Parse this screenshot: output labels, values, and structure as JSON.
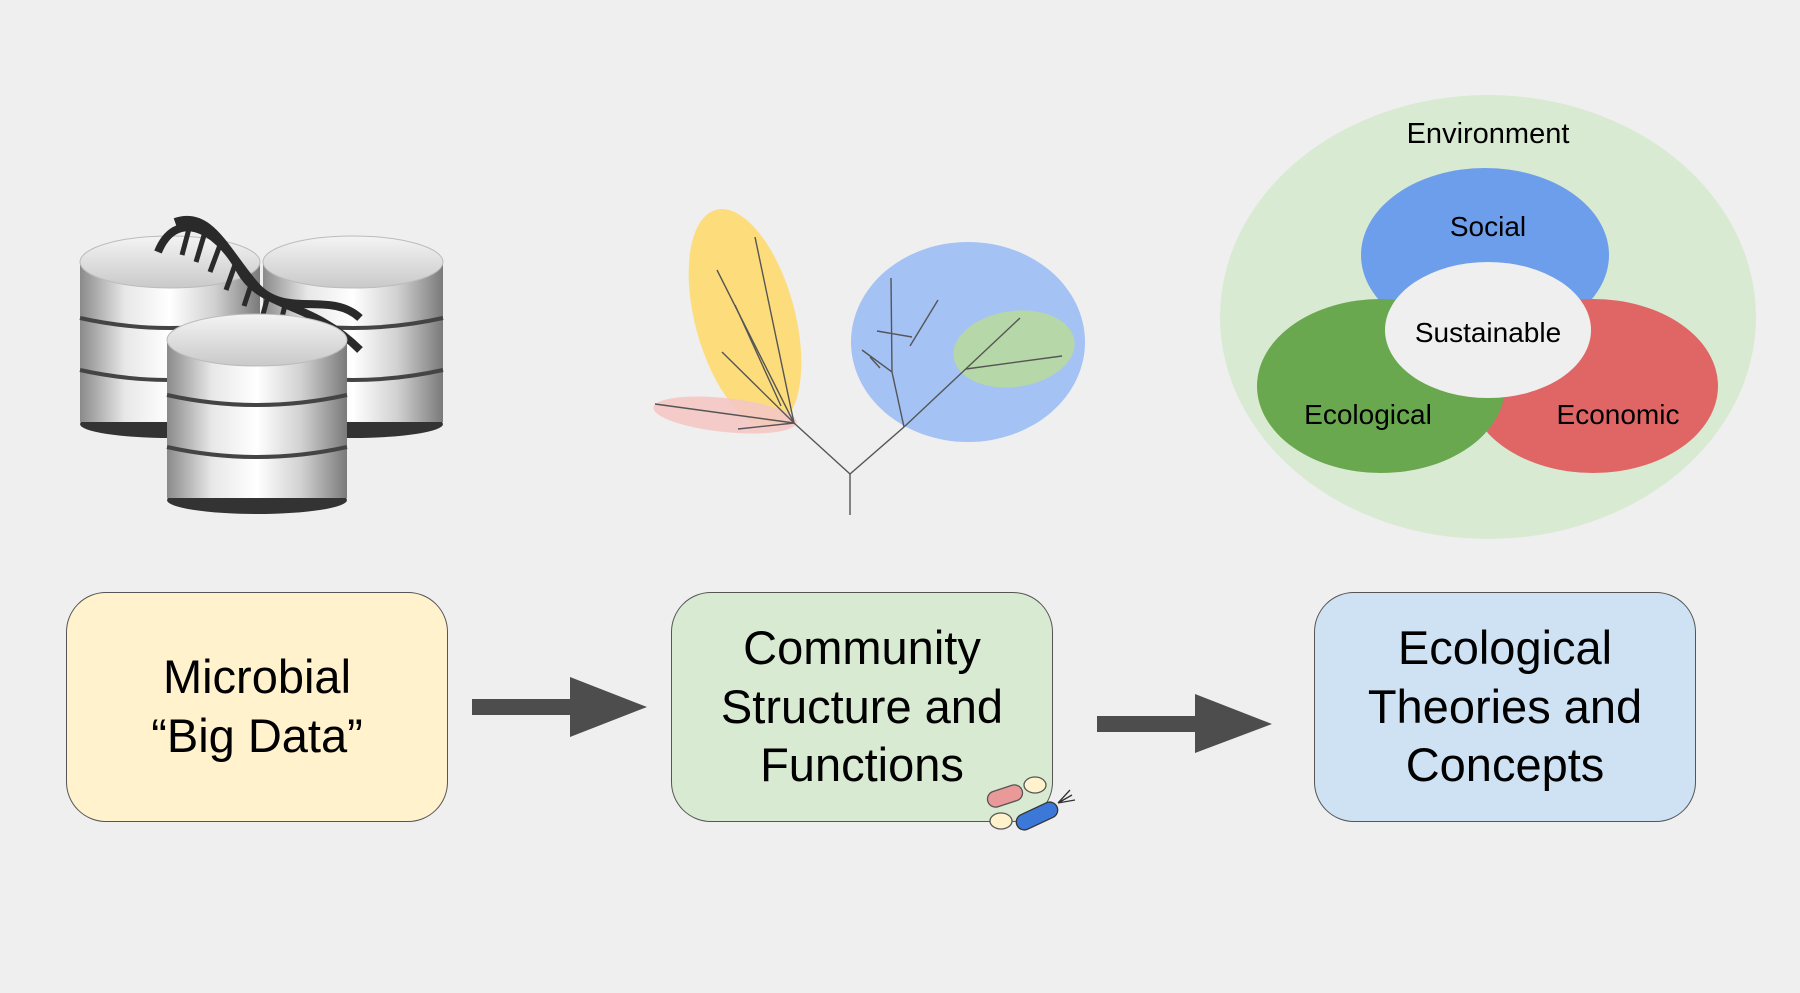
{
  "boxes": {
    "big_data": "Microbial\n“Big Data”",
    "community": "Community\nStructure and\nFunctions",
    "theories": "Ecological\nTheories and\nConcepts"
  },
  "venn": {
    "environment": "Environment",
    "social": "Social",
    "sustainable": "Sustainable",
    "ecological": "Ecological",
    "economic": "Economic"
  },
  "colors": {
    "box_yellow": "#fff2cc",
    "box_green": "#d9ead3",
    "box_blue": "#cfe2f3",
    "arrow": "#4d4d4d",
    "environment": "#d9ead3",
    "social": "#6d9eeb",
    "ecological": "#6aa84f",
    "economic": "#e06666",
    "sustainable": "#efefef"
  },
  "icons": [
    "database-stack-icon",
    "dna-helix-icon",
    "phylogenetic-tree-icon",
    "microbe-cells-icon"
  ]
}
